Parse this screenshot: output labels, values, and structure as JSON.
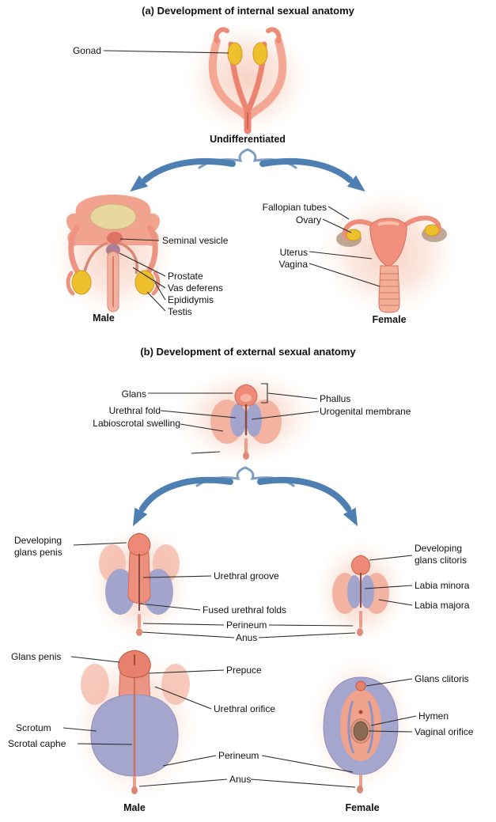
{
  "colors": {
    "background": "#ffffff",
    "pink_main": "#ee8d7b",
    "pink_light": "#f3b3a0",
    "purple_fold": "#a3a4cc",
    "gonad_yellow": "#efc02d",
    "bladder_cream": "#e9d89e",
    "arrow_blue": "#4d7fb2",
    "leader_line": "#2b2b2b",
    "text": "#111111"
  },
  "section_a": {
    "title": "(a) Development of internal sexual anatomy",
    "undifferentiated": "Undifferentiated",
    "male": "Male",
    "female": "Female",
    "labels": {
      "gonad": "Gonad",
      "seminal_vesicle": "Seminal vesicle",
      "prostate": "Prostate",
      "vas_deferens": "Vas deferens",
      "epididymis": "Epididymis",
      "testis": "Testis",
      "fallopian_tubes": "Fallopian tubes",
      "ovary": "Ovary",
      "uterus": "Uterus",
      "vagina": "Vagina"
    }
  },
  "section_b": {
    "title": "(b) Development of external sexual anatomy",
    "male": "Male",
    "female": "Female",
    "labels": {
      "glans": "Glans",
      "phallus": "Phallus",
      "urethral_fold": "Urethral fold",
      "urogenital_membrane": "Urogenital membrane",
      "labioscrotal_swelling": "Labioscrotal swelling",
      "developing_glans_penis": "Developing glans penis",
      "urethral_groove": "Urethral groove",
      "developing_glans_clitoris": "Developing glans clitoris",
      "labia_minora": "Labia minora",
      "fused_urethral_folds": "Fused urethral folds",
      "labia_majora": "Labia majora",
      "perineum_mid": "Perineum",
      "anus_mid": "Anus",
      "glans_penis": "Glans penis",
      "prepuce": "Prepuce",
      "glans_clitoris": "Glans clitoris",
      "urethral_orifice": "Urethral orifice",
      "scrotum": "Scrotum",
      "scrotal_raphe": "Scrotal caphe",
      "hymen": "Hymen",
      "vaginal_orifice": "Vaginal orifice",
      "perineum_final": "Perineum",
      "anus_final": "Anus"
    }
  }
}
